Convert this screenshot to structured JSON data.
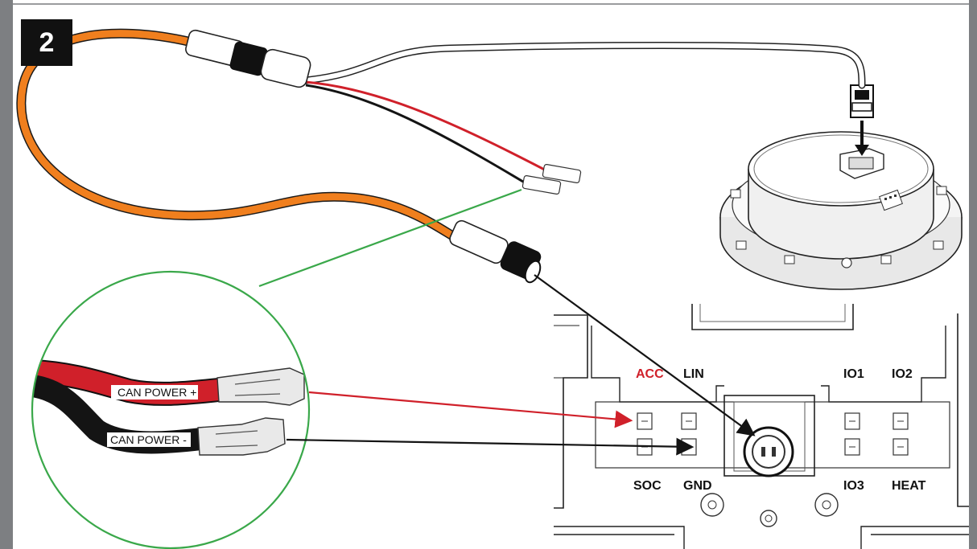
{
  "step_number": "2",
  "wire_labels": {
    "can_power_plus": "CAN POWER +",
    "can_power_minus": "CAN POWER -"
  },
  "terminal_labels": {
    "acc": "ACC",
    "lin": "LIN",
    "io1": "IO1",
    "io2": "IO2",
    "soc": "SOC",
    "gnd": "GND",
    "io3": "IO3",
    "heat": "HEAT"
  },
  "colors": {
    "cable_orange": "#f07f1e",
    "wire_red": "#d0202a",
    "wire_black": "#141414",
    "callout_green": "#3aa84a",
    "frame_gray": "#7d7f82"
  }
}
